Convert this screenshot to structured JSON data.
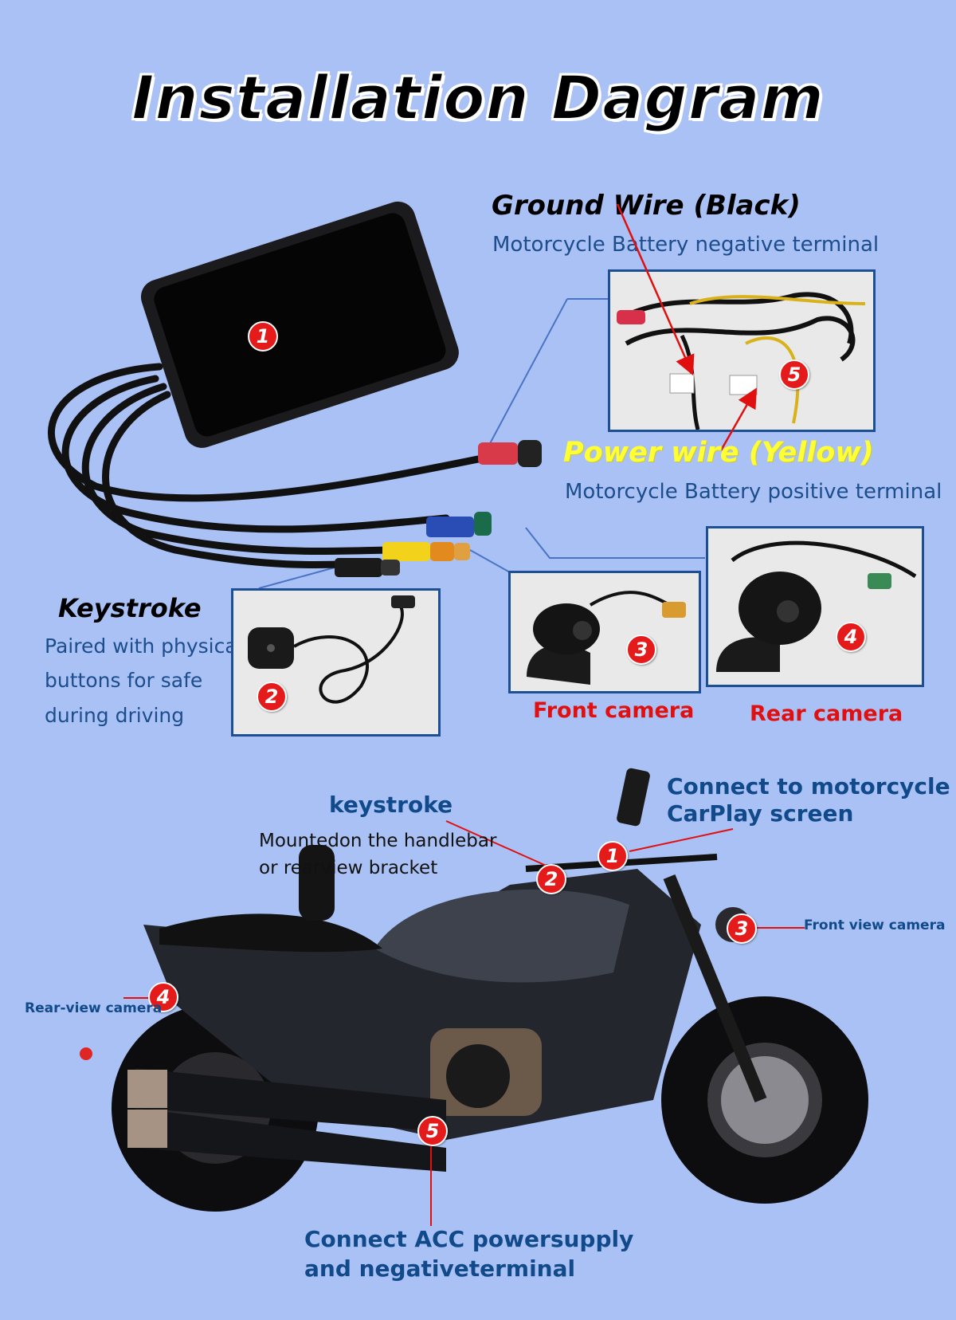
{
  "title": "Installation Dagram",
  "ground": {
    "heading": "Ground Wire (Black)",
    "sub": "Motorcycle Battery negative terminal"
  },
  "power": {
    "heading": "Power wire (Yellow)",
    "sub": "Motorcycle Battery positive terminal"
  },
  "keystroke_top": {
    "heading": "Keystroke",
    "line1": "Paired with physical",
    "line2": "buttons for safe",
    "line3": "during driving"
  },
  "cameras": {
    "front_label": "Front camera",
    "rear_label": "Rear camera"
  },
  "badges": {
    "b1": "1",
    "b2": "2",
    "b3": "3",
    "b4": "4",
    "b5": "5"
  },
  "bike": {
    "keystroke_heading": "keystroke",
    "keystroke_line1": "Mountedon the handlebar",
    "keystroke_line2": "or rearview bracket",
    "carplay_line1": "Connect to motorcycle",
    "carplay_line2": "CarPlay screen",
    "front_view": "Front view camera",
    "rear_view": "Rear-view camera",
    "acc_line1": "Connect ACC powersupply",
    "acc_line2": "and negativeterminal"
  },
  "colors": {
    "background": "#aac1f5",
    "badge": "#e51a1a",
    "frame": "#1d4f96",
    "navy_text": "#114a8a",
    "red_text": "#e01010",
    "yellow_text": "#ffff33"
  }
}
